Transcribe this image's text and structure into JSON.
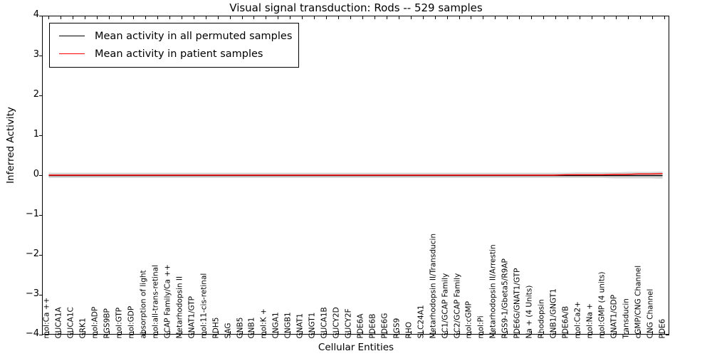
{
  "chart_data": {
    "type": "line",
    "title": "Visual signal transduction: Rods -- 529 samples",
    "xlabel": "Cellular Entities",
    "ylabel": "Inferred Activity",
    "ylim": [
      -4,
      4
    ],
    "yticks": [
      "4",
      "3",
      "2",
      "1",
      "0",
      "-1",
      "-2",
      "-3",
      "-4"
    ],
    "ytick_values": [
      4,
      3,
      2,
      1,
      0,
      -1,
      -2,
      -3,
      -4
    ],
    "grid": false,
    "legend_position": "upper left",
    "legend": [
      {
        "label": "Mean activity in all permuted samples",
        "color": "#000000"
      },
      {
        "label": "Mean activity in patient samples",
        "color": "#ff0000"
      }
    ],
    "categories": [
      "mol:Ca ++",
      "GUCA1A",
      "GUCA1C",
      "GRK1",
      "mol:ADP",
      "RGS9BP",
      "mol:GTP",
      "mol:GDP",
      "absorption of light",
      "mol:all-trans-retinal",
      "GCAP Family/Ca ++",
      "Metarhodopsin II",
      "GNAT1/GTP",
      "mol:11-cis-retinal",
      "RDH5",
      "SAG",
      "GNB5",
      "GNB1",
      "mol:K +",
      "CNGA1",
      "CNGB1",
      "GNAT1",
      "GNGT1",
      "GUCA1B",
      "GUCY2D",
      "GUCY2F",
      "PDE6A",
      "PDE6B",
      "PDE6G",
      "RGS9",
      "RHO",
      "SLC24A1",
      "Metarhodopsin II/Transducin",
      "GC1/GCAP Family",
      "GC2/GCAP Family",
      "mol:cGMP",
      "mol:Pi",
      "Metarhodopsin II/Arrestin",
      "RGS9-1/Gbeta5/R9AP",
      "PDE6G/GNAT1/GTP",
      "Na + (4 Units)",
      "Rhodopsin",
      "GNB1/GNGT1",
      "PDE6A/B",
      "mol:Ca2+",
      "mol:Na +",
      "mol:GMP (4 units)",
      "GNAT1/GDP",
      "Transducin",
      "cGMP/CNG Channel",
      "CNG Channel",
      "PDE6"
    ],
    "series": [
      {
        "name": "Mean activity in all permuted samples",
        "color": "#000000",
        "values": [
          -0.01,
          -0.01,
          -0.01,
          -0.01,
          -0.01,
          -0.01,
          -0.01,
          -0.01,
          -0.01,
          -0.01,
          -0.01,
          -0.01,
          -0.01,
          -0.01,
          -0.01,
          -0.01,
          -0.01,
          -0.01,
          -0.01,
          -0.01,
          -0.01,
          -0.01,
          -0.01,
          -0.01,
          -0.01,
          -0.01,
          -0.01,
          -0.01,
          -0.01,
          -0.01,
          -0.01,
          -0.01,
          -0.01,
          -0.01,
          -0.01,
          -0.01,
          -0.01,
          -0.01,
          -0.01,
          -0.01,
          -0.01,
          -0.01,
          -0.01,
          -0.01,
          -0.01,
          -0.01,
          -0.01,
          -0.01,
          -0.01,
          -0.01,
          -0.01,
          -0.01
        ]
      },
      {
        "name": "Mean activity in patient samples",
        "color": "#ff0000",
        "values": [
          0.0,
          0.0,
          0.0,
          0.0,
          0.0,
          0.0,
          0.0,
          0.0,
          0.0,
          0.0,
          0.0,
          0.0,
          0.0,
          0.0,
          0.0,
          0.0,
          0.0,
          0.0,
          0.0,
          0.0,
          0.0,
          0.0,
          0.0,
          0.0,
          0.0,
          0.0,
          0.0,
          0.0,
          0.0,
          0.0,
          0.0,
          0.0,
          0.0,
          0.0,
          0.0,
          0.0,
          0.0,
          0.0,
          0.0,
          0.0,
          0.0,
          0.0,
          0.0,
          0.01,
          0.01,
          0.01,
          0.01,
          0.02,
          0.02,
          0.03,
          0.03,
          0.04
        ]
      }
    ],
    "band": {
      "name": "permutation spread",
      "color": "#c8c8c8",
      "upper": [
        0.06,
        0.06,
        0.06,
        0.06,
        0.06,
        0.06,
        0.06,
        0.06,
        0.06,
        0.06,
        0.06,
        0.06,
        0.06,
        0.06,
        0.06,
        0.06,
        0.06,
        0.06,
        0.06,
        0.06,
        0.06,
        0.06,
        0.06,
        0.06,
        0.06,
        0.06,
        0.06,
        0.06,
        0.06,
        0.06,
        0.06,
        0.06,
        0.06,
        0.06,
        0.06,
        0.06,
        0.06,
        0.06,
        0.06,
        0.06,
        0.06,
        0.06,
        0.06,
        0.06,
        0.07,
        0.07,
        0.07,
        0.07,
        0.08,
        0.08,
        0.08,
        0.09
      ],
      "lower": [
        -0.07,
        -0.07,
        -0.07,
        -0.07,
        -0.07,
        -0.07,
        -0.07,
        -0.07,
        -0.07,
        -0.07,
        -0.07,
        -0.07,
        -0.07,
        -0.07,
        -0.07,
        -0.07,
        -0.07,
        -0.07,
        -0.07,
        -0.07,
        -0.07,
        -0.07,
        -0.07,
        -0.07,
        -0.07,
        -0.07,
        -0.07,
        -0.07,
        -0.07,
        -0.07,
        -0.07,
        -0.07,
        -0.07,
        -0.07,
        -0.07,
        -0.07,
        -0.07,
        -0.07,
        -0.07,
        -0.07,
        -0.07,
        -0.07,
        -0.07,
        -0.07,
        -0.07,
        -0.07,
        -0.07,
        -0.08,
        -0.08,
        -0.08,
        -0.08,
        -0.09
      ]
    }
  }
}
